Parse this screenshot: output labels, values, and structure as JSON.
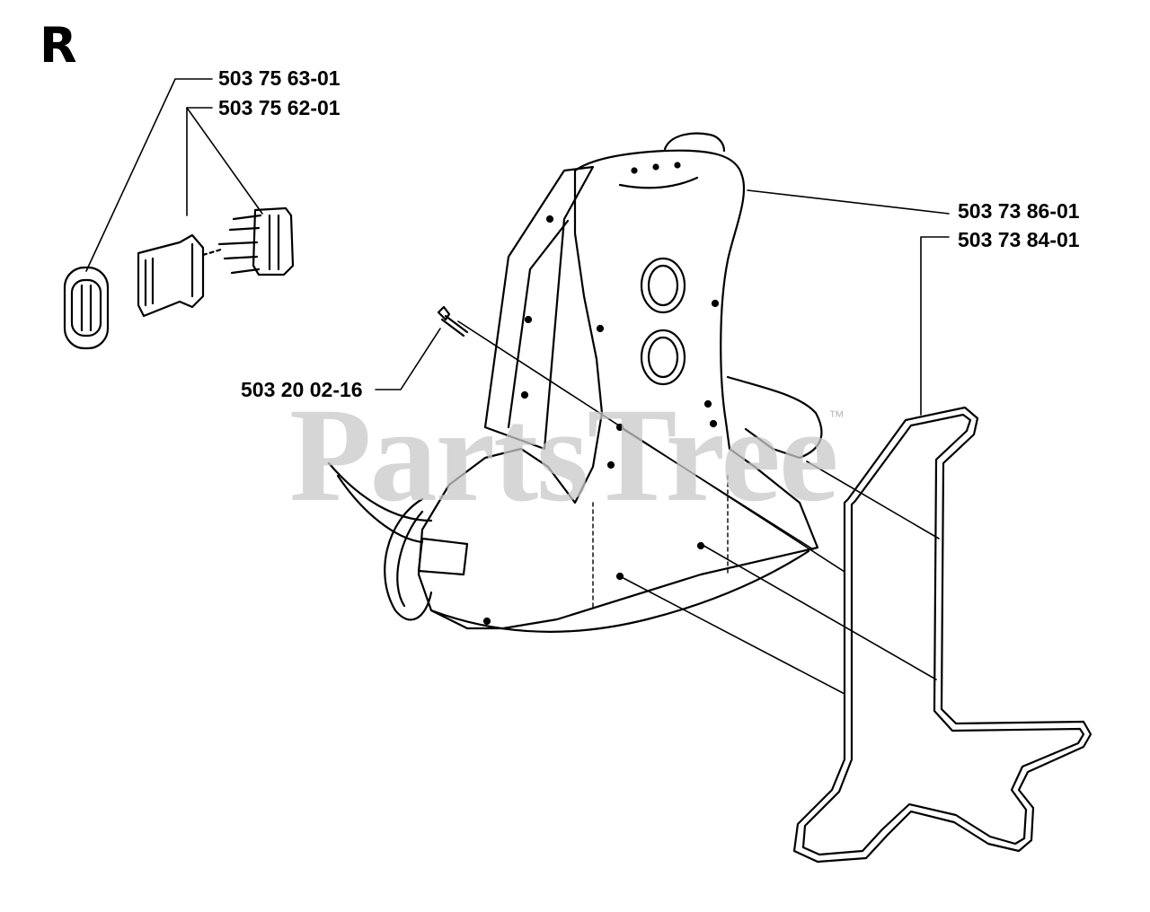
{
  "section_letter": "R",
  "watermark": {
    "text": "PartsTree",
    "trademark": "™"
  },
  "parts": [
    {
      "part_number": "503 75 63-01"
    },
    {
      "part_number": "503 75 62-01"
    },
    {
      "part_number": "503 73 86-01"
    },
    {
      "part_number": "503 73 84-01"
    },
    {
      "part_number": "503 20 02-16"
    }
  ],
  "icons": [
    "buckle-slider-icon",
    "buckle-female-icon",
    "buckle-male-icon",
    "bolt-icon",
    "harness-backpack-icon",
    "back-frame-icon"
  ]
}
